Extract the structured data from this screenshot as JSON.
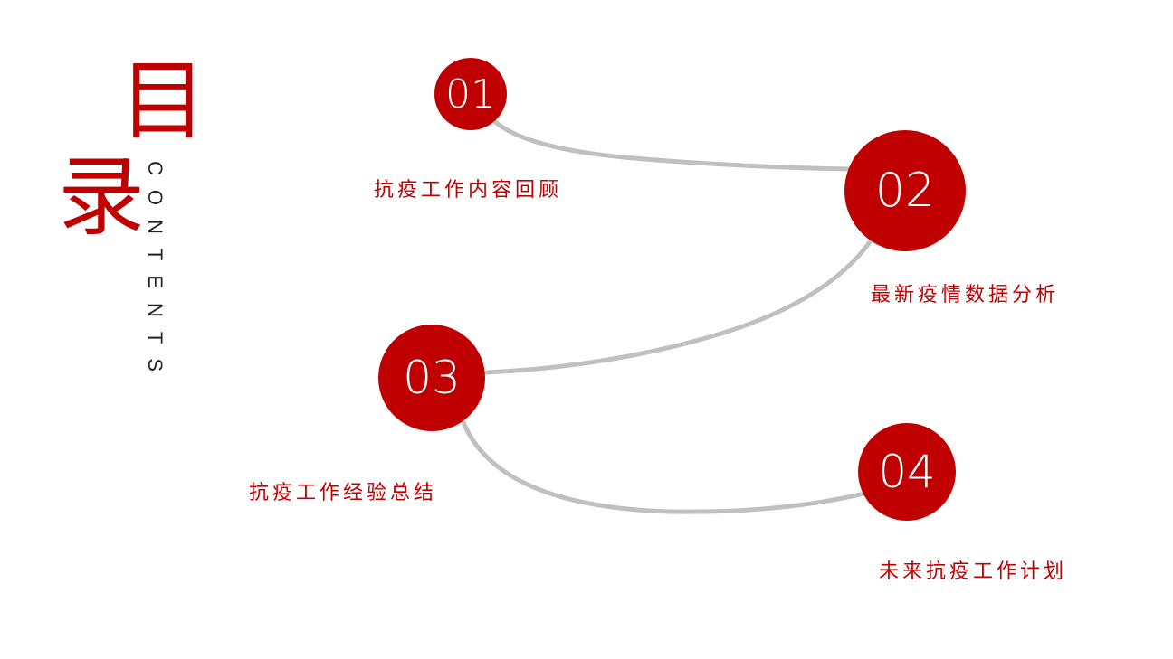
{
  "title": {
    "char1": "目",
    "char2": "录",
    "subtitle": "CONTENTS"
  },
  "colors": {
    "accent": "#c00000",
    "connector": "#c0c0c0"
  },
  "items": [
    {
      "number": "01",
      "label": "抗疫工作内容回顾"
    },
    {
      "number": "02",
      "label": "最新疫情数据分析"
    },
    {
      "number": "03",
      "label": "抗疫工作经验总结"
    },
    {
      "number": "04",
      "label": "未来抗疫工作计划"
    }
  ]
}
